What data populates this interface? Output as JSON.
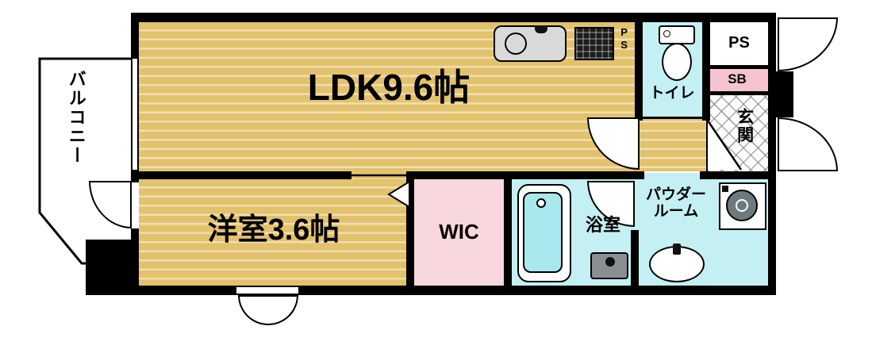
{
  "rooms": {
    "ldk": {
      "label": "LDK9.6帖"
    },
    "bedroom": {
      "label": "洋室3.6帖"
    },
    "wic": {
      "label": "WIC"
    },
    "bath": {
      "label": "浴室"
    },
    "toilet": {
      "label": "トイレ"
    },
    "powder": {
      "line1": "パウダー",
      "line2": "ルーム"
    },
    "entrance": {
      "label": "玄関"
    },
    "balcony": {
      "label": "バルコニー"
    },
    "ps": {
      "label": "PS"
    },
    "sb": {
      "label": "SB"
    },
    "ps_duct": {
      "label": "PS"
    }
  },
  "icons": {
    "kitchen-sink-icon": "rounded-rect-with-bowl-circle",
    "stove-icon": "dark-grid-square",
    "toilet-icon": "tank-and-oval-bowl",
    "bathtub-icon": "rounded-rect-tub",
    "shower-faucet-icon": "small-gray-stand",
    "washing-machine-icon": "square-with-drum-circle",
    "washbasin-icon": "oval-basin",
    "door-arc-icon": "quarter-circle-swing",
    "sliding-door-marker-icon": "white-triangle"
  },
  "colors": {
    "floor_tatami": "#e2c26d",
    "floor_stripe": "#f1ddb0",
    "wet_area": "#c5f0f3",
    "wic_pink": "#f8d7de",
    "sb_pink": "#f6c4d1",
    "wall": "#000000",
    "tile_line": "#6e6e6e"
  }
}
